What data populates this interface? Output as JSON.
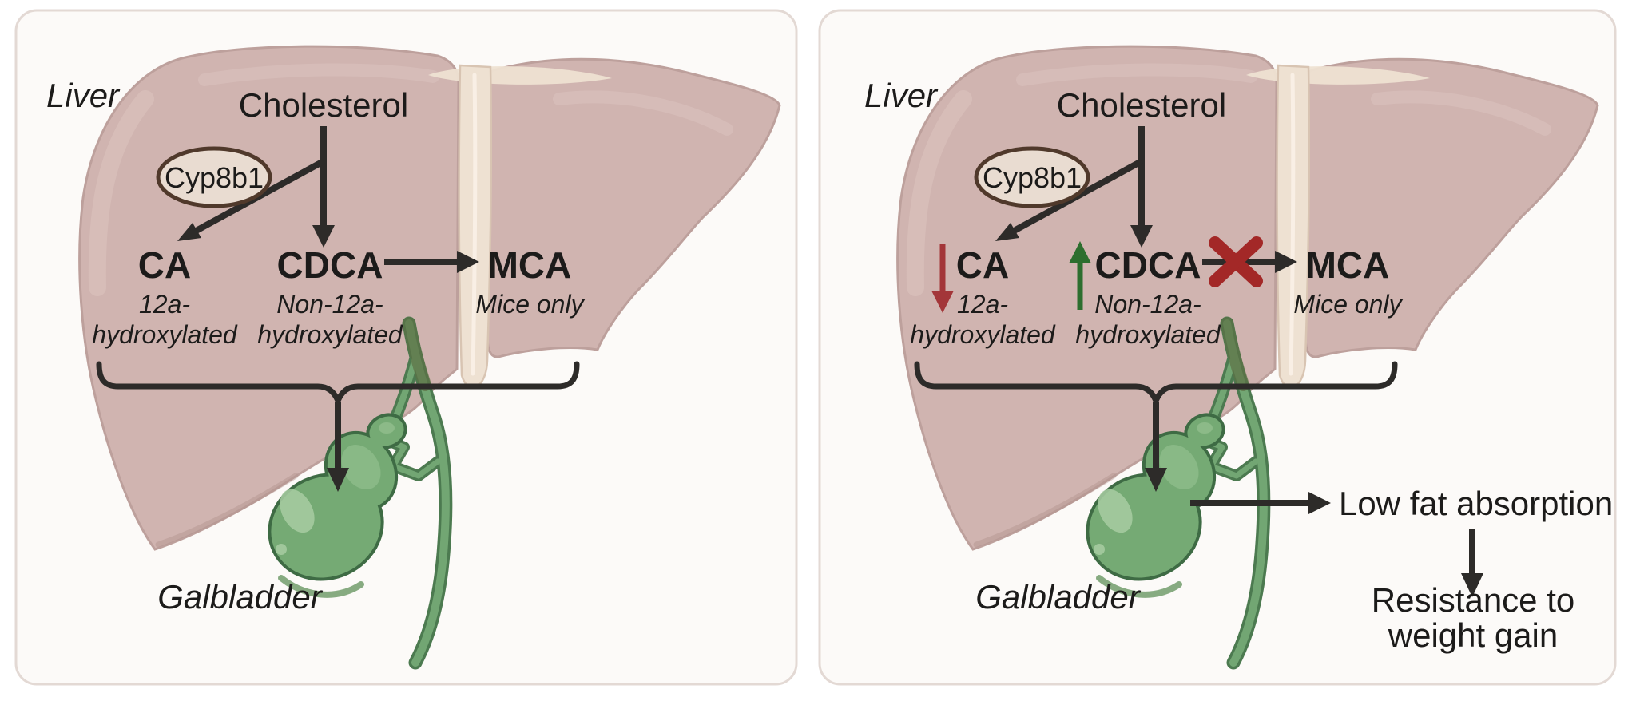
{
  "colors": {
    "panel_bg": "#fcfaf8",
    "panel_border": "#e3d9d4",
    "ink": "#2d2b29",
    "liver": "#d0b4b0",
    "liver_edge": "#bda09c",
    "liver_hi": "#dcc4c0",
    "liver_shadow": "#b2928e",
    "cream": "#eee1d2",
    "cream_edge": "#d8c4b2",
    "cream_hi": "#f9f1e7",
    "gb": "#75aa74",
    "gb_edge": "#3e6b44",
    "gb_hi": "#a8cda2",
    "gb_mid": "#8cba88",
    "gb_shadow": "#55894f",
    "duct": "#72a673",
    "duct_dark": "#4c7a50",
    "duct_olive": "#5c7045",
    "enzyme_fill": "#e9dcd1",
    "enzyme_edge": "#50392b",
    "decrease_red": "#a33639",
    "increase_green": "#2c6e2e",
    "blocked_x": "#a32827"
  },
  "left": {
    "region_label": "Liver",
    "source": "Cholesterol",
    "enzyme": "Cyp8b1",
    "nodes": [
      {
        "name": "CA",
        "sub1": "12a-",
        "sub2": "hydroxylated"
      },
      {
        "name": "CDCA",
        "sub1": "Non-12a-",
        "sub2": "hydroxylated"
      },
      {
        "name": "MCA",
        "sub1": "Mice only"
      }
    ],
    "organ_label": "Galbladder"
  },
  "right": {
    "region_label": "Liver",
    "source": "Cholesterol",
    "enzyme": "Cyp8b1",
    "nodes": [
      {
        "name": "CA",
        "sub1": "12a-",
        "sub2": "hydroxylated",
        "trend": "decrease"
      },
      {
        "name": "CDCA",
        "sub1": "Non-12a-",
        "sub2": "hydroxylated",
        "trend": "increase"
      },
      {
        "name": "MCA",
        "sub1": "Mice only",
        "status": "blocked"
      }
    ],
    "organ_label": "Galbladder",
    "outcome1": "Low fat absorption",
    "outcome2_line1": "Resistance to",
    "outcome2_line2": "weight gain"
  }
}
